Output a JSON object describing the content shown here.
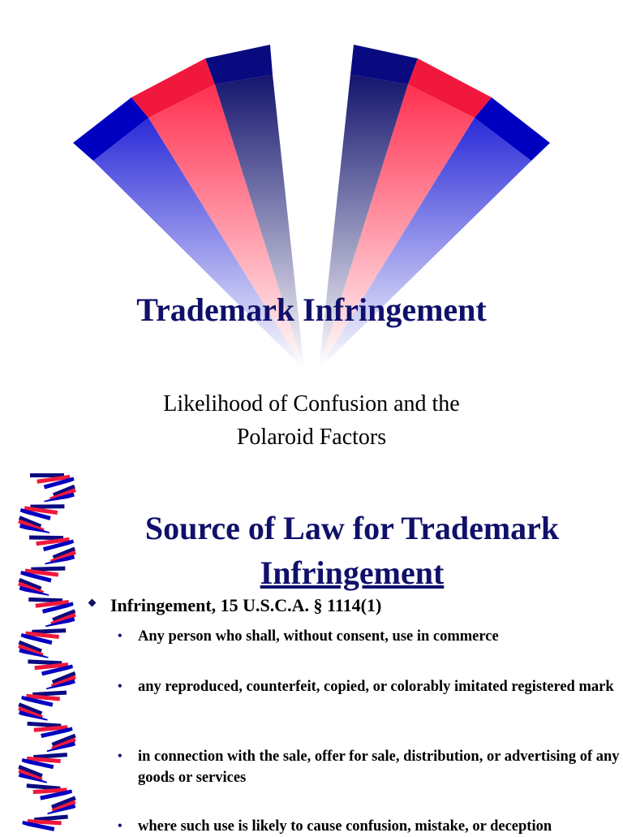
{
  "slide1": {
    "title": "Trademark Infringement",
    "subtitle_line1": "Likelihood of Confusion and the",
    "subtitle_line2": "Polaroid Factors"
  },
  "slide2": {
    "title_line1": "Source of Law for Trademark",
    "title_line2": "Infringement",
    "main_bullet": "Infringement, 15 U.S.C.A. § 1114(1)",
    "sub_bullets": [
      "Any person who shall, without consent, use in commerce",
      "any reproduced, counterfeit, copied, or colorably imitated registered mark",
      "in connection with the sale, offer for sale, distribution, or advertising of any goods or services",
      "where such use is likely to cause confusion, mistake, or deception"
    ]
  },
  "colors": {
    "title_navy": "#10106b",
    "band_blue": "#0000c0",
    "band_red": "#f0183c",
    "band_navy": "#0a0a80"
  }
}
